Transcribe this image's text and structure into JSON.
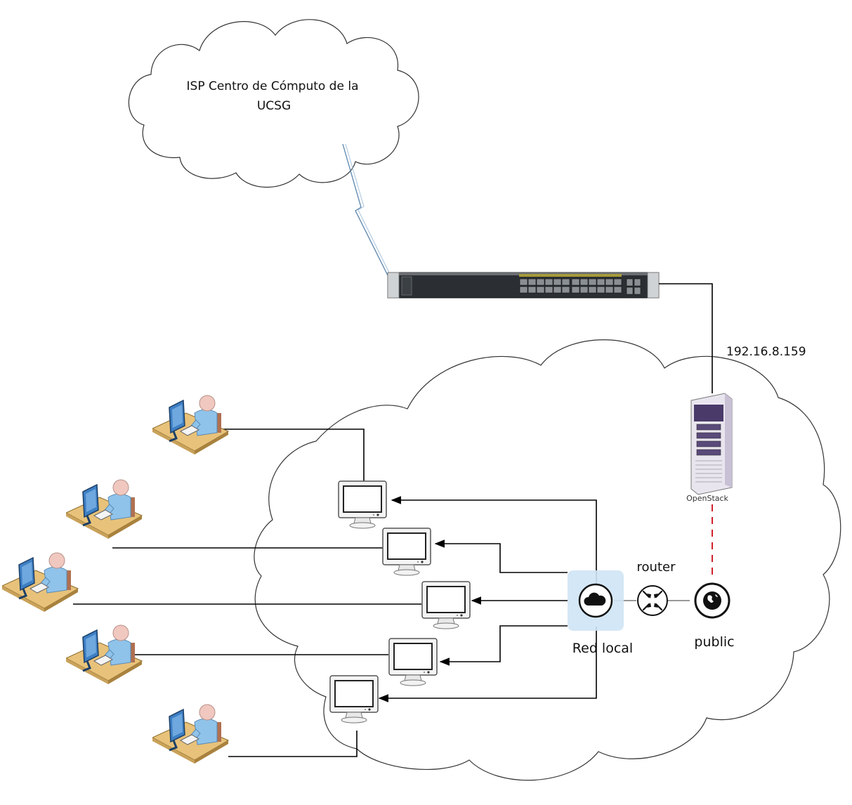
{
  "isp_cloud": {
    "line1": "ISP Centro de Cómputo de la",
    "line2": "UCSG"
  },
  "ip_label": "192.16.8.159",
  "server_label": "OpenStack",
  "router_label": "router",
  "local_net_label": "Red local",
  "public_label": "public",
  "colors": {
    "line": "#000000",
    "wan_link": "#5b86b0",
    "dashed_link": "#d0202a",
    "local_net_bg": "#cfe4f5",
    "desk": "#e8c27a",
    "user_shirt": "#8fc3ea"
  },
  "icons": {
    "switch": "network-switch-icon",
    "server": "server-tower-icon",
    "router": "router-icon",
    "local_net": "cloud-network-icon",
    "public": "globe-icon",
    "terminal": "monitor-icon",
    "workstation": "user-workstation-icon"
  }
}
